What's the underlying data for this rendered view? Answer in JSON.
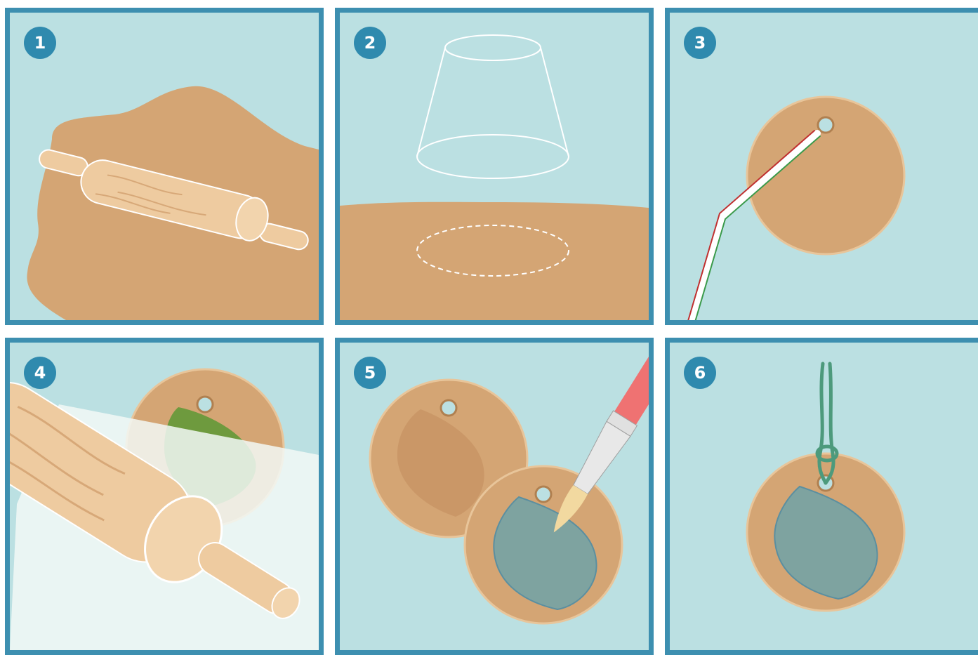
{
  "steps": [
    {
      "number": "1",
      "icon": "rolling-pin-dough"
    },
    {
      "number": "2",
      "icon": "cup-cutter"
    },
    {
      "number": "3",
      "icon": "straw-hole"
    },
    {
      "number": "4",
      "icon": "leaf-press"
    },
    {
      "number": "5",
      "icon": "paint-brush"
    },
    {
      "number": "6",
      "icon": "string-ornament"
    }
  ],
  "colors": {
    "frame": "#3d8fb0",
    "background": "#bbe0e2",
    "badge": "#2f8aae",
    "dough": "#d4a574",
    "wood": "#eecba0",
    "leaf_green": "#6e9a3e",
    "leaf_blue": "#7ea3a0",
    "string": "#4d9a7c",
    "brush_handle": "#ef7272"
  }
}
